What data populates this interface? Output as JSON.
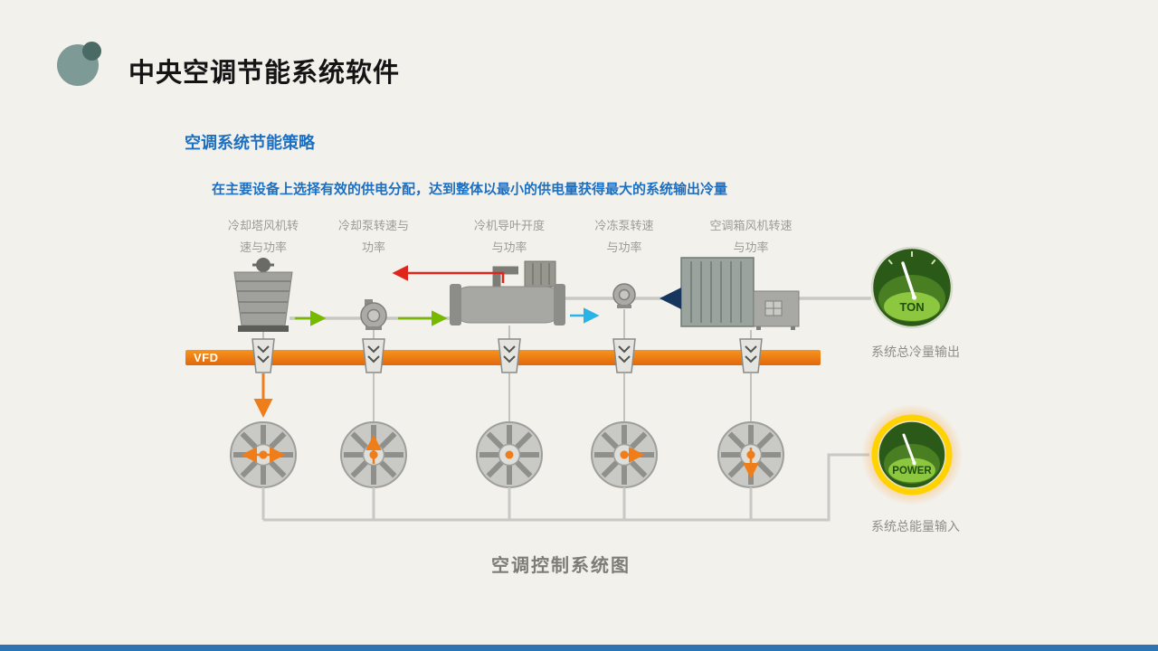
{
  "slide": {
    "title": "中央空调节能系统软件",
    "subtitle": "空调系统节能策略",
    "description": "在主要设备上选择有效的供电分配，达到整体以最小的供电量获得最大的系统输出冷量",
    "caption": "空调控制系统图"
  },
  "equipment_labels": [
    {
      "line1": "冷却塔风机转",
      "line2": "速与功率"
    },
    {
      "line1": "冷却泵转速与",
      "line2": "功率"
    },
    {
      "line1": "冷机导叶开度",
      "line2": "与功率"
    },
    {
      "line1": "冷冻泵转速",
      "line2": "与功率"
    },
    {
      "line1": "空调箱风机转速",
      "line2": "与功率"
    }
  ],
  "vfd": {
    "label": "VFD"
  },
  "gauges": {
    "ton": {
      "label": "TON",
      "caption": "系统总冷量输出"
    },
    "power": {
      "label": "POWER",
      "caption": "系统总能量输入"
    }
  },
  "colors": {
    "accent_orange": "#ef7d1a",
    "accent_blue": "#1d6fc1",
    "bottom_bar": "#2e74b5",
    "gauge_green": "#8dc63f",
    "glow_yellow": "#ffd200",
    "arrow_red": "#e0251b",
    "arrow_green": "#76b900",
    "arrow_cyan": "#2ab3e6",
    "arrow_navy": "#17365d"
  }
}
